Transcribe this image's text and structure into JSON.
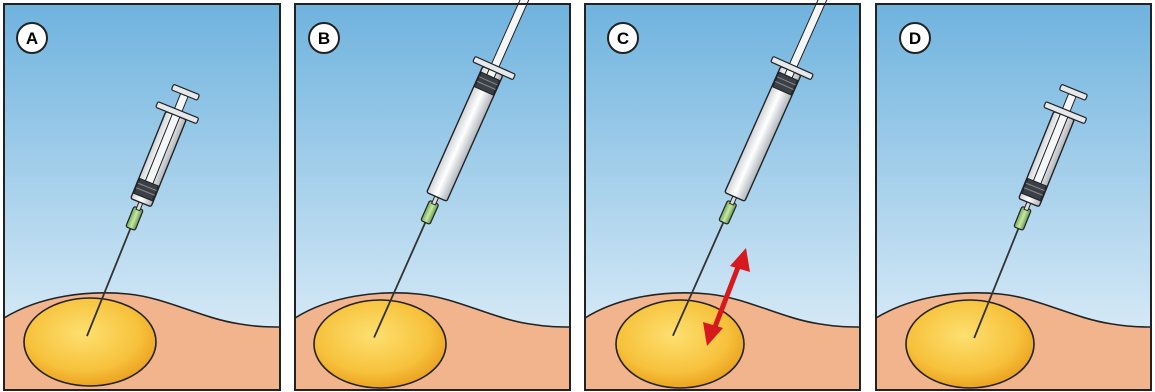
{
  "panels": [
    {
      "label": "A",
      "syringe": "small",
      "arrow": false
    },
    {
      "label": "B",
      "syringe": "large",
      "arrow": false
    },
    {
      "label": "C",
      "syringe": "large",
      "arrow": true
    },
    {
      "label": "D",
      "syringe": "small",
      "arrow": false
    }
  ],
  "colors": {
    "sky_top": "#6fb3de",
    "sky_bottom": "#e8f3fb",
    "skin": "#f2b48c",
    "cyst_light": "#fde070",
    "cyst_dark": "#e89a1a",
    "needle_hub": "#9cc97a",
    "arrow": "#d7191f",
    "outline": "#222222"
  }
}
